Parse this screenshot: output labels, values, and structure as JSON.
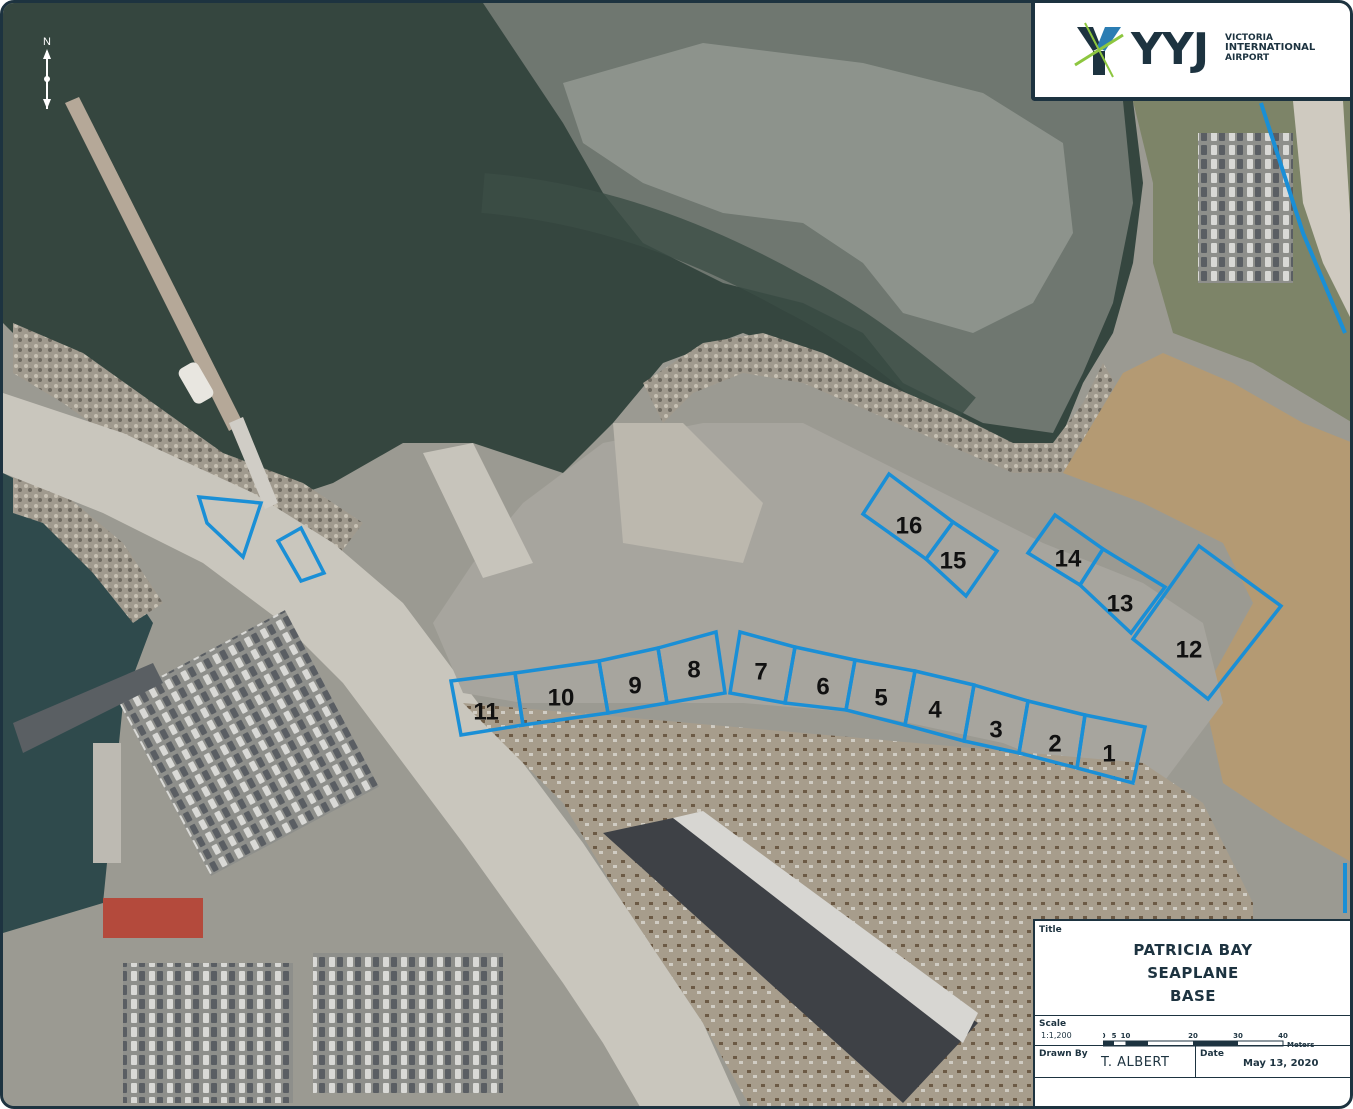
{
  "header": {
    "logo_code": "YYJ",
    "logo_name_line1": "VICTORIA",
    "logo_name_line2": "INTERNATIONAL",
    "logo_name_line3": "AIRPORT"
  },
  "map": {
    "north_label": "N",
    "lot_outline_color": "#1a8fd6",
    "lots": [
      "1",
      "2",
      "3",
      "4",
      "5",
      "6",
      "7",
      "8",
      "9",
      "10",
      "11",
      "12",
      "13",
      "14",
      "15",
      "16"
    ]
  },
  "title_block": {
    "title_label": "Title",
    "title_line1": "PATRICIA BAY",
    "title_line2": "SEAPLANE",
    "title_line3": "BASE",
    "scale_label": "Scale",
    "scale_ratio": "1:1,200",
    "scale_ticks": [
      "0",
      "5",
      "10",
      "20",
      "30",
      "40"
    ],
    "scale_unit": "Meters",
    "drawn_by_label": "Drawn By",
    "drawn_by": "T. ALBERT",
    "date_label": "Date",
    "date": "May 13, 2020"
  }
}
